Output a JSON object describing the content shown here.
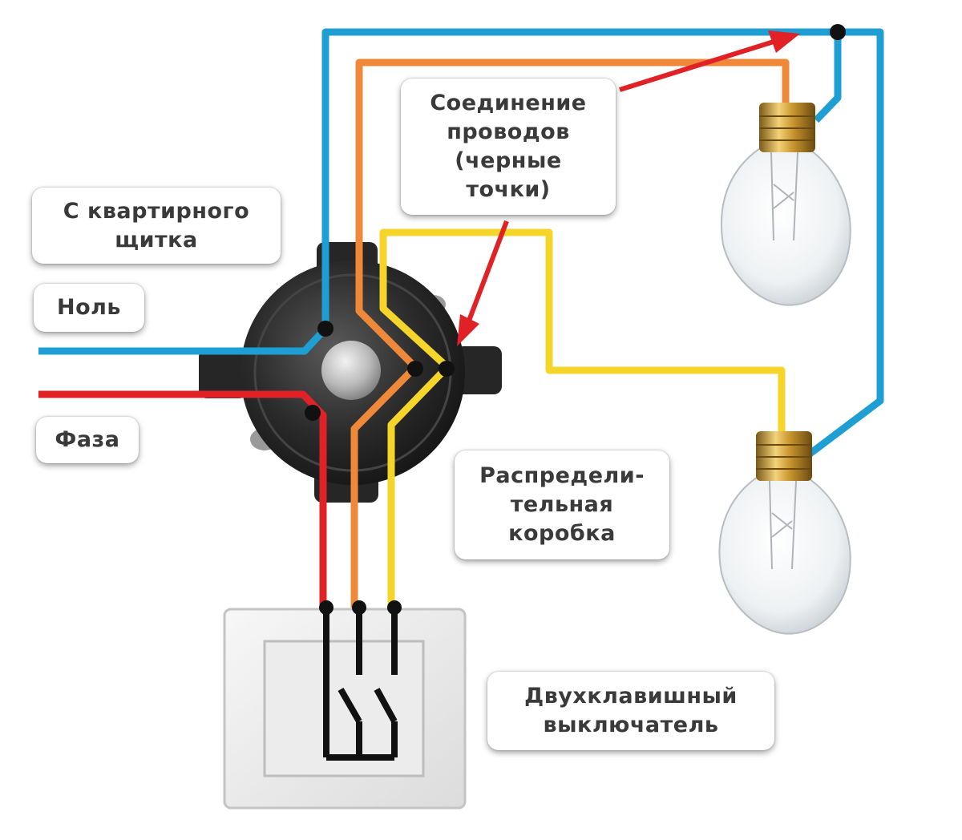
{
  "labels": {
    "connection": "Соединение\nпроводов\n(черные\nточки)",
    "panel": "С квартирного\nщитка",
    "neutral": "Ноль",
    "phase": "Фаза",
    "box": "Распредели-\nтельная\nкоробка",
    "switch": "Двухклавишный\nвыключатель"
  },
  "colors": {
    "neutral": "#1e9fd4",
    "phase": "#e02226",
    "wire_orange": "#f0883a",
    "wire_yellow": "#f5d52a",
    "junction_dot": "#111111"
  },
  "icons": [
    "junction-box-icon",
    "light-bulb-icon",
    "double-switch-icon",
    "arrow-icon"
  ]
}
